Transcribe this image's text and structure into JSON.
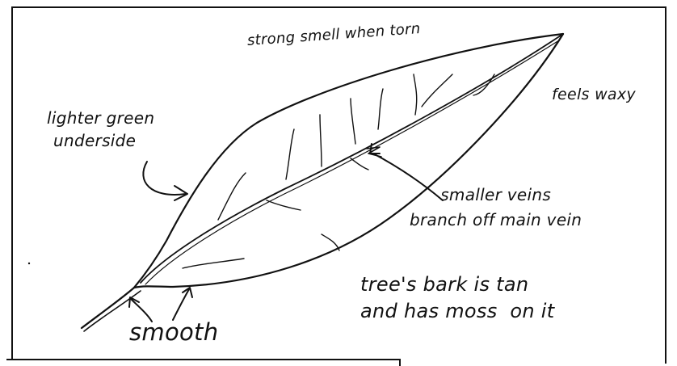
{
  "annotations": {
    "underside": [
      "lighter green",
      "underside"
    ],
    "smell": "strong smell when torn",
    "waxy": "feels waxy",
    "veins": [
      "smaller veins",
      "branch off main vein"
    ],
    "bark": [
      "tree's bark is tan",
      "and has moss  on it"
    ],
    "smooth": "smooth"
  },
  "colors": {
    "ink": "#111111",
    "paper": "#ffffff"
  }
}
